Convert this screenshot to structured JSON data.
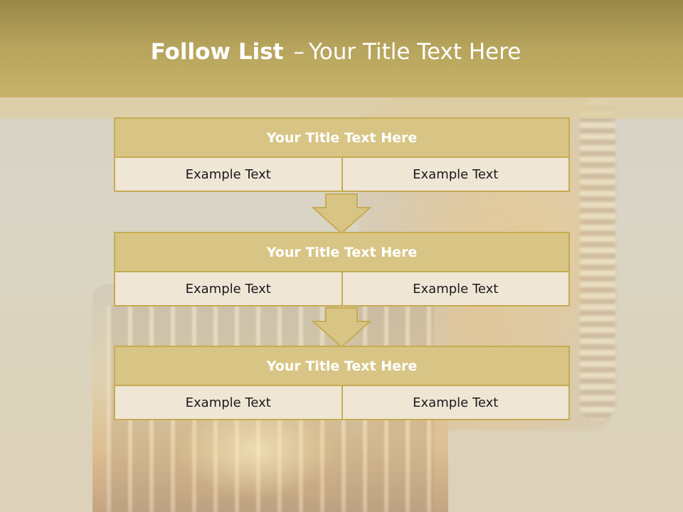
{
  "slide": {
    "title_bold": "Follow List",
    "title_sep": "–",
    "title_rest": "Your Title Text Here"
  },
  "blocks": [
    {
      "title": "Your Title Text Here",
      "cells": [
        "Example Text",
        "Example Text"
      ]
    },
    {
      "title": "Your Title Text Here",
      "cells": [
        "Example Text",
        "Example Text"
      ]
    },
    {
      "title": "Your Title Text Here",
      "cells": [
        "Example Text",
        "Example Text"
      ]
    }
  ],
  "colors": {
    "header": "#b7a55d",
    "block_title_fill": "#d8c585",
    "block_border": "#c6ab52",
    "cell_fill": "#efe6d6",
    "arrow_fill": "#d8c585"
  }
}
